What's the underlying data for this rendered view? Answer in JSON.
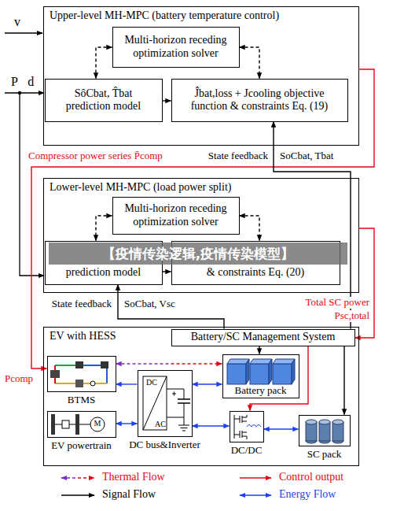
{
  "diagram": {
    "nodes": [
      {
        "text": [
          "Upper-level MH-MPC (battery temperature control)"
        ]
      },
      {
        "text": [
          "Multi-horizon receding optimization solver"
        ],
        "in": 0
      },
      {
        "text": [
          "SôCbat, T̂bat",
          "prediction model"
        ],
        "in": 0
      },
      {
        "text": [
          "Ĵbat,loss + Jcooling objective function & constraints Eq. (19)"
        ],
        "in": 0
      },
      {
        "text": [
          "Lower-level MH-MPC (load power split)"
        ]
      },
      {
        "text": [
          "Multi-horizon receding optimization solver"
        ],
        "in": 4
      },
      {
        "text": [
          "prediction model"
        ],
        "in": 4
      },
      {
        "text": [
          "& constraints Eq. (20)"
        ],
        "in": 4
      },
      {
        "text": [
          "EV with HESS"
        ]
      },
      {
        "text": [
          "Battery/SC Management System"
        ],
        "in": 8
      },
      {
        "text": [
          "BTMS"
        ],
        "in": 8
      },
      {
        "text": [
          "Battery pack"
        ],
        "in": 8
      },
      {
        "text": [
          "EV powertrain"
        ],
        "in": 8
      },
      {
        "text": [
          "DC bus&Inverter"
        ],
        "in": 8
      },
      {
        "text": [
          "DC/DC"
        ],
        "in": 8
      },
      {
        "text": [
          "SC pack"
        ],
        "in": 8
      }
    ],
    "edges": [
      {
        "from": 1,
        "to": 2,
        "arrow": "both"
      },
      {
        "from": 1,
        "to": 3,
        "arrow": "both"
      },
      {
        "from": 2,
        "to": 3,
        "arrow": "to"
      },
      {
        "from": 5,
        "to": 6,
        "arrow": "both"
      },
      {
        "from": 5,
        "to": 7,
        "arrow": "both"
      },
      {
        "from": 6,
        "to": 7,
        "arrow": "to"
      },
      {
        "from": 0,
        "to": 10,
        "arrow": "to",
        "label": "Compressor power series P̄comp"
      },
      {
        "from": 9,
        "to": 3,
        "arrow": "to",
        "label": "State feedback"
      },
      {
        "from": 4,
        "to": 9,
        "arrow": "to",
        "label": "Total SC power"
      },
      {
        "from": 9,
        "to": 6,
        "arrow": "to",
        "label": "State feedback"
      },
      {
        "from": 10,
        "to": 11,
        "arrow": "both"
      },
      {
        "from": 13,
        "to": 10,
        "arrow": "to"
      },
      {
        "from": 13,
        "to": 11,
        "arrow": "both"
      },
      {
        "from": 12,
        "to": 13,
        "arrow": "both"
      },
      {
        "from": 13,
        "to": 14,
        "arrow": "both"
      },
      {
        "from": 14,
        "to": 15,
        "arrow": "both"
      },
      {
        "from": 9,
        "to": 11,
        "arrow": "to"
      },
      {
        "from": 9,
        "to": 15,
        "arrow": "to"
      },
      {
        "from": 9,
        "to": 14,
        "arrow": "to"
      }
    ],
    "labels": [
      "v⃗",
      "P⃗d",
      "SoCbat, Tbat",
      "【疫情传染逻辑,疫情传染模型】",
      "SoCbat, Vsc",
      "Psc,total",
      "Pcomp",
      "DC",
      "AC",
      "M"
    ],
    "legend": [
      {
        "text": "Thermal Flow"
      },
      {
        "text": "Control output"
      },
      {
        "text": "Signal Flow"
      },
      {
        "text": "Energy Flow"
      }
    ]
  }
}
